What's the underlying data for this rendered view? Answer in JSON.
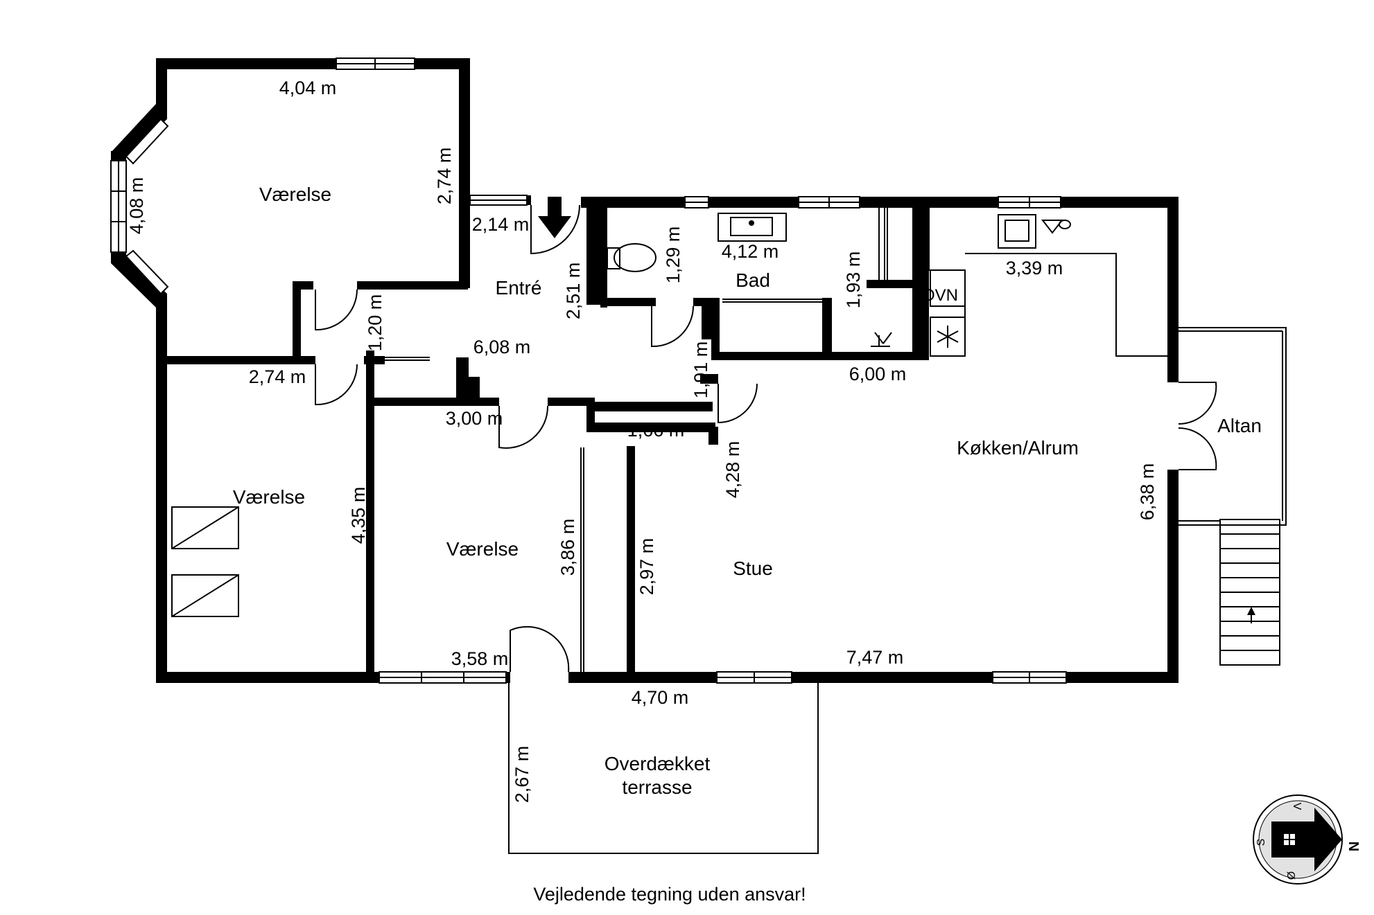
{
  "rooms": {
    "vaerelse_top": "Værelse",
    "vaerelse_left": "Værelse",
    "vaerelse_middle": "Værelse",
    "entre": "Entré",
    "bad": "Bad",
    "kokken": "Køkken/Alrum",
    "stue": "Stue",
    "altan": "Altan",
    "terrasse_line1": "Overdækket",
    "terrasse_line2": "terrasse"
  },
  "dimensions": {
    "d404": "4,04 m",
    "d274_top": "2,74 m",
    "d408": "4,08 m",
    "d214": "2,14 m",
    "d251": "2,51 m",
    "d120": "1,20 m",
    "d608": "6,08 m",
    "d274_left": "2,74 m",
    "d300": "3,00 m",
    "d166": "1,66 m",
    "d129": "1,29 m",
    "d412": "4,12 m",
    "d193": "1,93 m",
    "d191": "1,91 m",
    "d339": "3,39 m",
    "d600": "6,00 m",
    "d428": "4,28 m",
    "d638": "6,38 m",
    "d435": "4,35 m",
    "d386": "3,86 m",
    "d297": "2,97 m",
    "d358": "3,58 m",
    "d747": "7,47 m",
    "d470": "4,70 m",
    "d267": "2,67 m"
  },
  "appliances": {
    "oven": "OVN"
  },
  "compass": {
    "n": "N",
    "s": "S",
    "v": "V",
    "o": "Ø"
  },
  "footer": "Vejledende tegning uden ansvar!"
}
